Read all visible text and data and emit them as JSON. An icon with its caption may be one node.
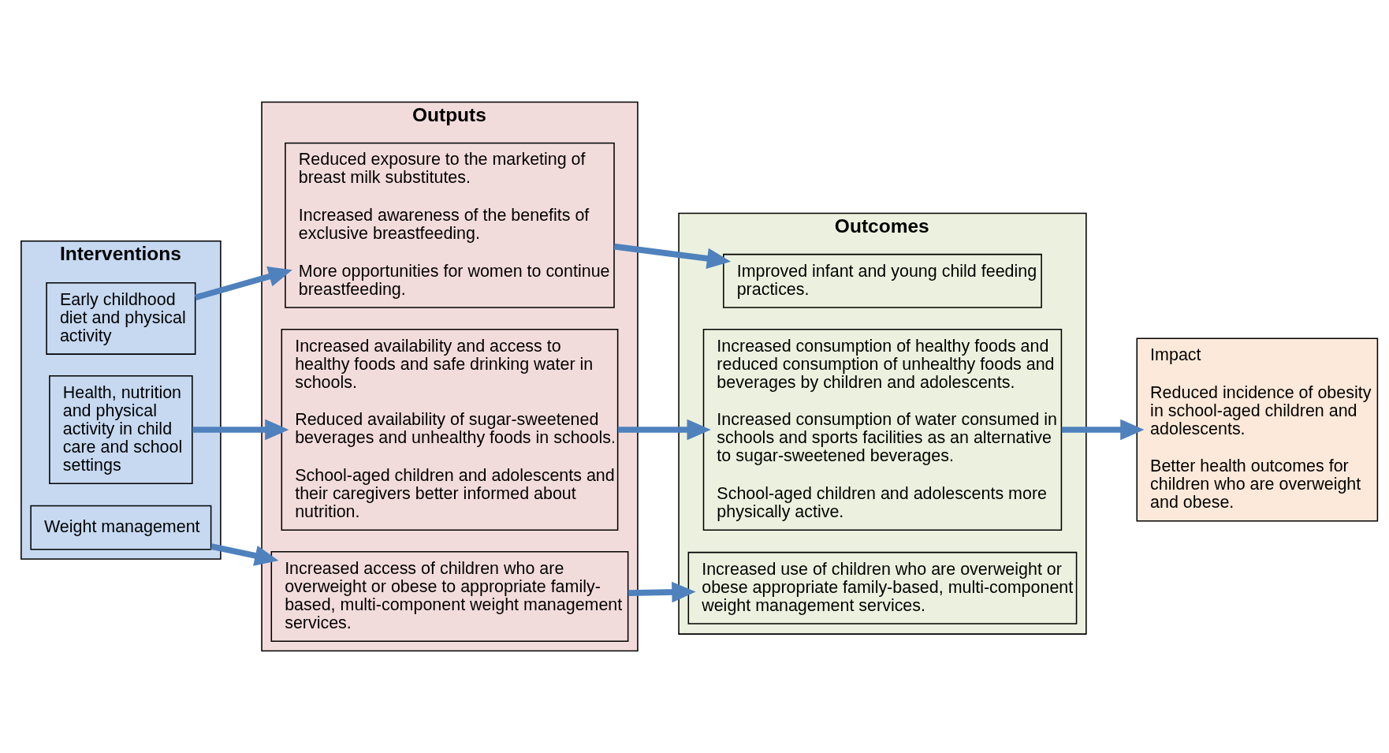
{
  "diagram": {
    "nodes": [
      {
        "text": [
          "Interventions"
        ]
      },
      {
        "text": [
          "Early childhood diet and physical activity"
        ],
        "in": 0
      },
      {
        "text": [
          "Health, nutrition and physical activity in child care and school settings"
        ],
        "in": 0
      },
      {
        "text": [
          "Weight management"
        ],
        "in": 0
      },
      {
        "text": [
          "Outputs"
        ]
      },
      {
        "text": [
          "Reduced exposure to the marketing of breast milk substitutes.",
          "Increased awareness of the benefits of exclusive breastfeeding.",
          "More opportunities for women to continue breastfeeding."
        ],
        "in": 4
      },
      {
        "text": [
          "Increased availability and access to healthy foods and safe drinking water in schools.",
          "Reduced availability of sugar-sweetened beverages and unhealthy foods in schools.",
          "School-aged children and adolescents and their caregivers better informed about nutrition."
        ],
        "in": 4
      },
      {
        "text": [
          "Increased access of children who are overweight or obese to appropriate family-based, multi-component weight management services."
        ],
        "in": 4
      },
      {
        "text": [
          "Outcomes"
        ]
      },
      {
        "text": [
          "Improved infant and young child feeding practices."
        ],
        "in": 8
      },
      {
        "text": [
          "Increased consumption of healthy foods and reduced consumption of unhealthy foods and beverages by children and adolescents.",
          "Increased consumption of water consumed in schools and sports facilities as an alternative to sugar-sweetened beverages.",
          "School-aged children and adolescents more physically active."
        ],
        "in": 8
      },
      {
        "text": [
          "Increased use of children who are overweight or obese appropriate family-based, multi-component weight management services."
        ],
        "in": 8
      },
      {
        "text": [
          "Impact",
          "Reduced incidence of obesity in school-aged children and adolescents.",
          "Better health outcomes for children who are overweight and obese."
        ]
      }
    ],
    "edges": [
      {
        "from": 1,
        "to": 5,
        "arrow": "to"
      },
      {
        "from": 5,
        "to": 9,
        "arrow": "to"
      },
      {
        "from": 2,
        "to": 6,
        "arrow": "to"
      },
      {
        "from": 6,
        "to": 10,
        "arrow": "to"
      },
      {
        "from": 3,
        "to": 7,
        "arrow": "to"
      },
      {
        "from": 7,
        "to": 11,
        "arrow": "to"
      },
      {
        "from": 10,
        "to": 12,
        "arrow": "to"
      }
    ]
  }
}
